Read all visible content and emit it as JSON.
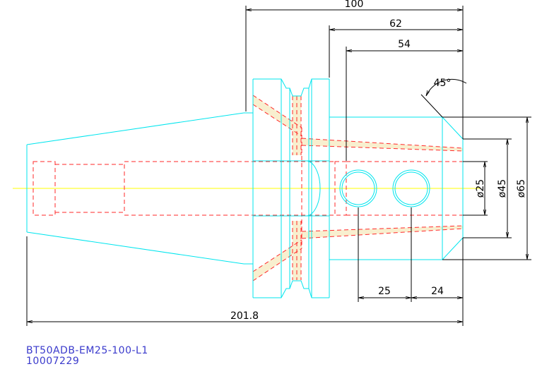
{
  "drawing": {
    "dimensions": {
      "overall_length": "100",
      "length_62": "62",
      "length_54": "54",
      "chamfer_angle": "45°",
      "diameter_25": "ø25",
      "diameter_45": "ø45",
      "diameter_65": "ø65",
      "hole_spacing": "25",
      "hole_offset": "24",
      "total_length": "201.8"
    },
    "colors": {
      "outline": "#00e5ee",
      "hidden": "#ff2a2a",
      "centerline": "#ffff00",
      "dimension": "#000000",
      "caption": "#3a3acc"
    }
  },
  "caption": {
    "model": "BT50ADB-EM25-100-L1",
    "part_number": "10007229"
  }
}
